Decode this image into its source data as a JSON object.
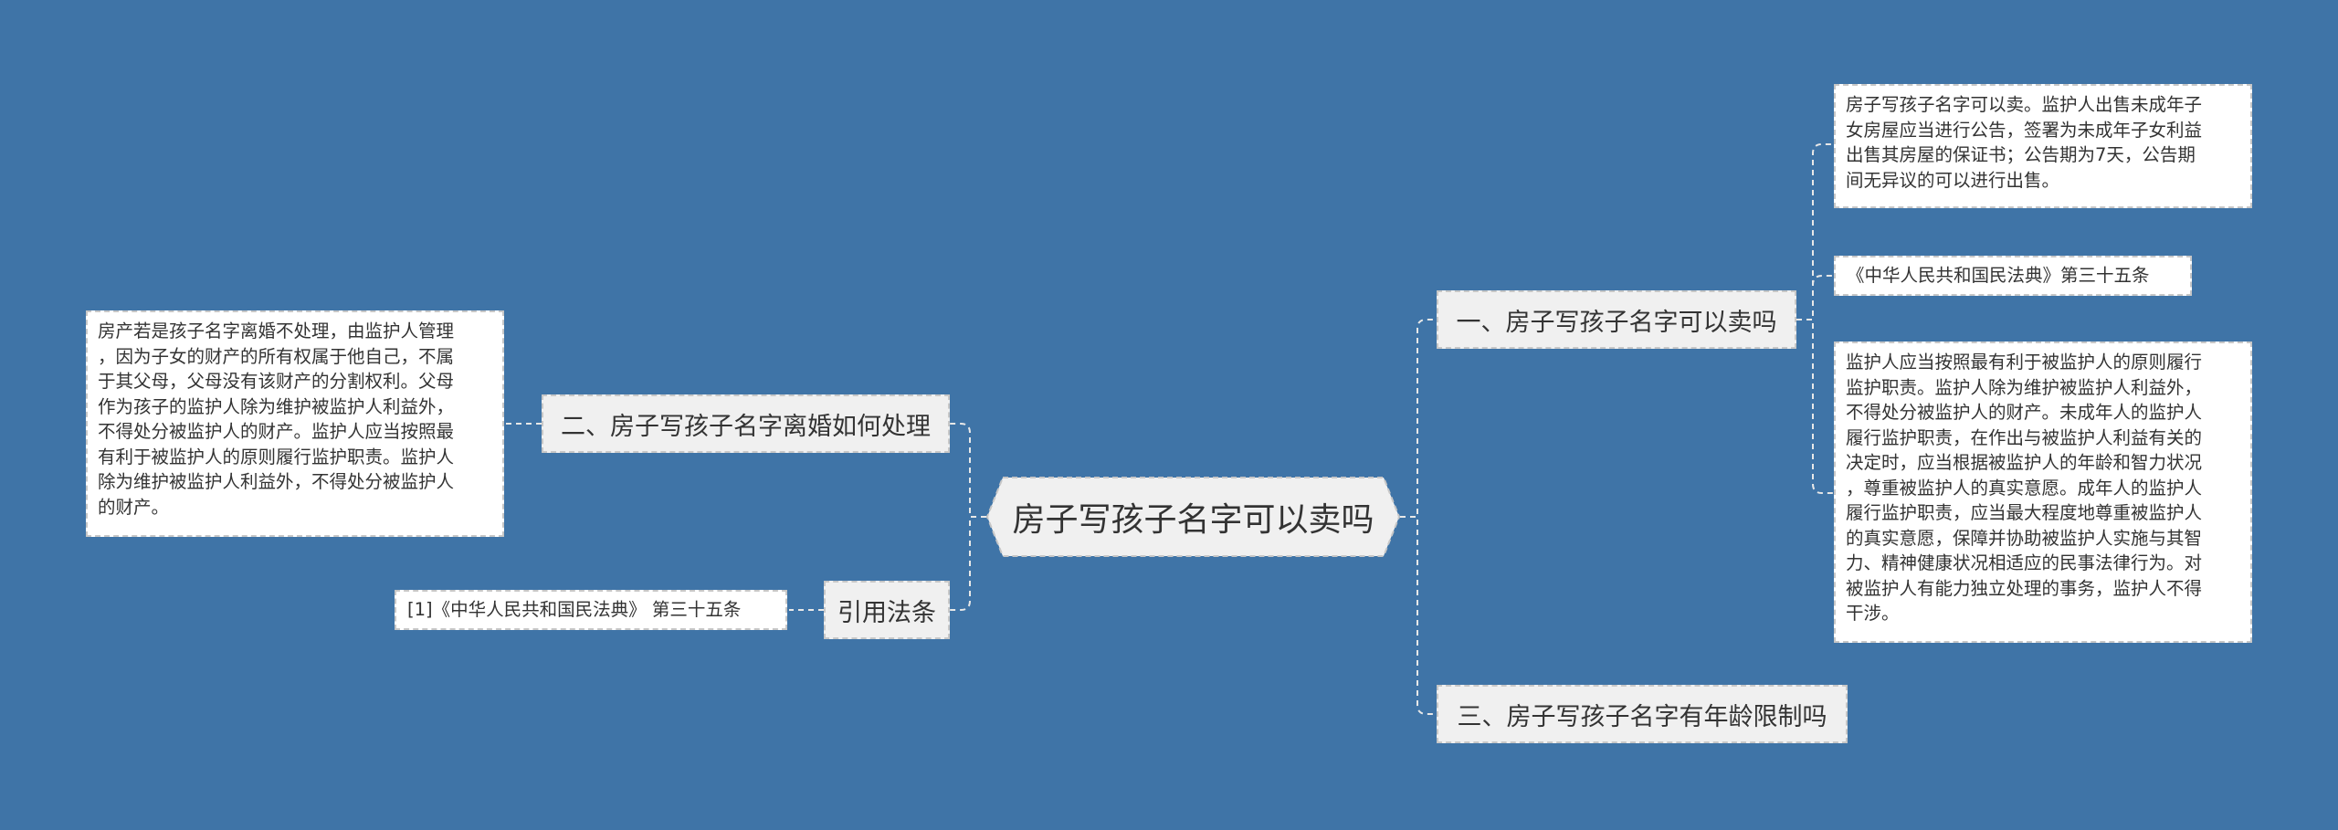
{
  "center": {
    "title": "房子写孩子名字可以卖吗"
  },
  "branches": {
    "b1": {
      "label": "一、房子写孩子名字可以卖吗"
    },
    "b2": {
      "label": "二、房子写孩子名字离婚如何处理"
    },
    "b3": {
      "label": "三、房子写孩子名字有年龄限制吗"
    },
    "b4": {
      "label": "引用法条"
    }
  },
  "leaves": {
    "b1_a": {
      "lines": [
        "房子写孩子名字可以卖。监护人出售未成年子",
        "女房屋应当进行公告，签署为未成年子女利益",
        "出售其房屋的保证书；公告期为7天，公告期",
        "间无异议的可以进行出售。"
      ]
    },
    "b1_b": {
      "text": "《中华人民共和国民法典》第三十五条"
    },
    "b1_c": {
      "lines": [
        "监护人应当按照最有利于被监护人的原则履行",
        "监护职责。监护人除为维护被监护人利益外，",
        "不得处分被监护人的财产。未成年人的监护人",
        "履行监护职责，在作出与被监护人利益有关的",
        "决定时，应当根据被监护人的年龄和智力状况",
        "，尊重被监护人的真实意愿。成年人的监护人",
        "履行监护职责，应当最大程度地尊重被监护人",
        "的真实意愿，保障并协助被监护人实施与其智",
        "力、精神健康状况相适应的民事法律行为。对",
        "被监护人有能力独立处理的事务，监护人不得",
        "干涉。"
      ]
    },
    "b2_a": {
      "lines": [
        "房产若是孩子名字离婚不处理，由监护人管理",
        "，因为子女的财产的所有权属于他自己，不属",
        "于其父母，父母没有该财产的分割权利。父母",
        "作为孩子的监护人除为维护被监护人利益外，",
        "不得处分被监护人的财产。监护人应当按照最",
        "有利于被监护人的原则履行监护职责。监护人",
        "除为维护被监护人利益外，不得处分被监护人",
        "的财产。"
      ]
    },
    "b4_a": {
      "text": "[1]《中华人民共和国民法典》 第三十五条"
    }
  },
  "colors": {
    "background": "#3f74a7",
    "node_fill": "#f0f0f0",
    "leaf_fill": "#ffffff",
    "connector": "#e8e8e8"
  }
}
